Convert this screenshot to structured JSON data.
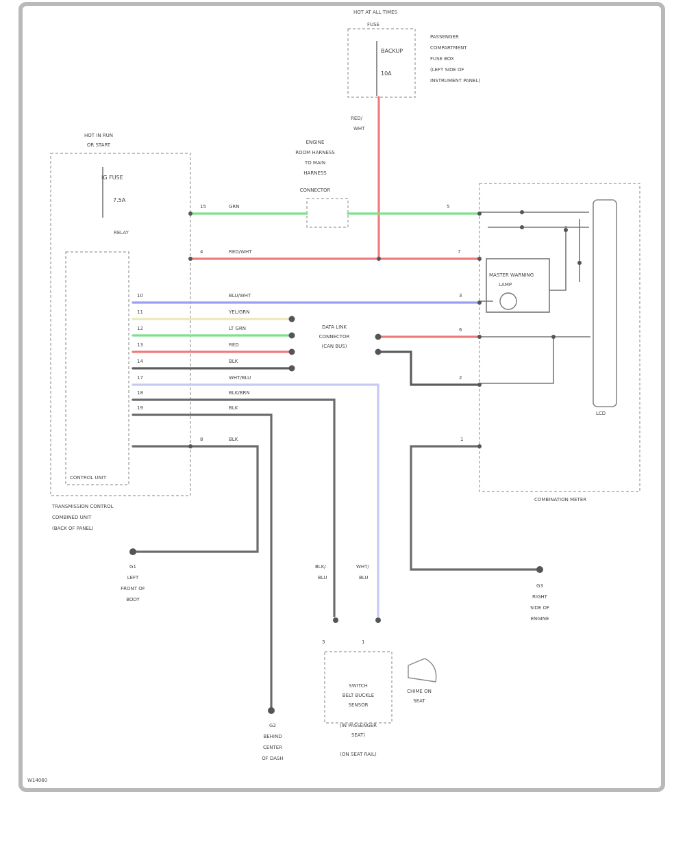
{
  "fuse_box": {
    "title": "HOT AT ALL TIMES",
    "sub": "FUSE",
    "fuse_name": "BACKUP",
    "fuse_amp": "10A",
    "desc": [
      "PASSENGER",
      "COMPARTMENT",
      "FUSE BOX",
      "(LEFT SIDE OF",
      "INSTRUMENT PANEL)"
    ],
    "wire_color": "RED/",
    "wire_color2": "WHT"
  },
  "ign_box": {
    "title": "HOT IN RUN",
    "sub": "OR START",
    "fuse_name": "IG FUSE",
    "fuse_amp": "7.5A",
    "relay": "RELAY",
    "module": "CONTROL UNIT",
    "desc": [
      "TRANSMISSION CONTROL",
      "COMBINED UNIT",
      "(BACK OF PANEL)"
    ]
  },
  "middle_connector": {
    "title": [
      "ENGINE",
      "ROOM HARNESS",
      "TO MAIN",
      "HARNESS",
      "CONNECTOR"
    ]
  },
  "can_connector": {
    "title": [
      "DATA LINK",
      "CONNECTOR",
      "(CAN BUS)"
    ]
  },
  "right_box": {
    "title": "COMBINATION METER",
    "inner": "MASTER WARNING",
    "inner2": "LAMP",
    "display": "LCD"
  },
  "wires": [
    {
      "from_pin": "15",
      "color": "GRN",
      "to_pin": "5"
    },
    {
      "from_pin": "4",
      "color": "RED/WHT",
      "to_pin": "7"
    },
    {
      "from_pin": "10",
      "color": "BLU/WHT",
      "to_pin": "3"
    },
    {
      "from_pin": "11",
      "color": "YEL/GRN",
      "to_pin": ""
    },
    {
      "from_pin": "12",
      "color": "LT GRN",
      "to_pin": ""
    },
    {
      "from_pin": "13",
      "color": "RED",
      "to_pin": "6"
    },
    {
      "from_pin": "14",
      "color": "BLK",
      "to_pin": "2"
    },
    {
      "from_pin": "17",
      "color": "WHT/BLU",
      "to_pin": ""
    },
    {
      "from_pin": "18",
      "color": "BLK/BRN",
      "to_pin": ""
    },
    {
      "from_pin": "19",
      "color": "BLK",
      "to_pin": ""
    },
    {
      "from_pin": "8",
      "color": "BLK",
      "to_pin": "1"
    }
  ],
  "grounds": [
    {
      "id": "G1",
      "lines": [
        "LEFT",
        "FRONT OF",
        "BODY"
      ]
    },
    {
      "id": "G2",
      "lines": [
        "BEHIND",
        "CENTER",
        "OF DASH"
      ]
    },
    {
      "id": "G3",
      "lines": [
        "RIGHT",
        "SIDE OF",
        "ENGINE"
      ]
    }
  ],
  "bottom": {
    "wire1": "BLK/",
    "wire1b": "BLU",
    "wire2": "WHT/",
    "wire2b": "BLU",
    "pin1": "3",
    "pin2": "1",
    "box_lines": [
      "SWITCH",
      "BELT BUCKLE",
      "SENSOR",
      "(IN PASSENGER",
      "SEAT)",
      "(ON SEAT RAIL)"
    ],
    "speaker": "CHIME ON",
    "speaker2": "SEAT"
  },
  "footer": {
    "code": "W14060"
  }
}
